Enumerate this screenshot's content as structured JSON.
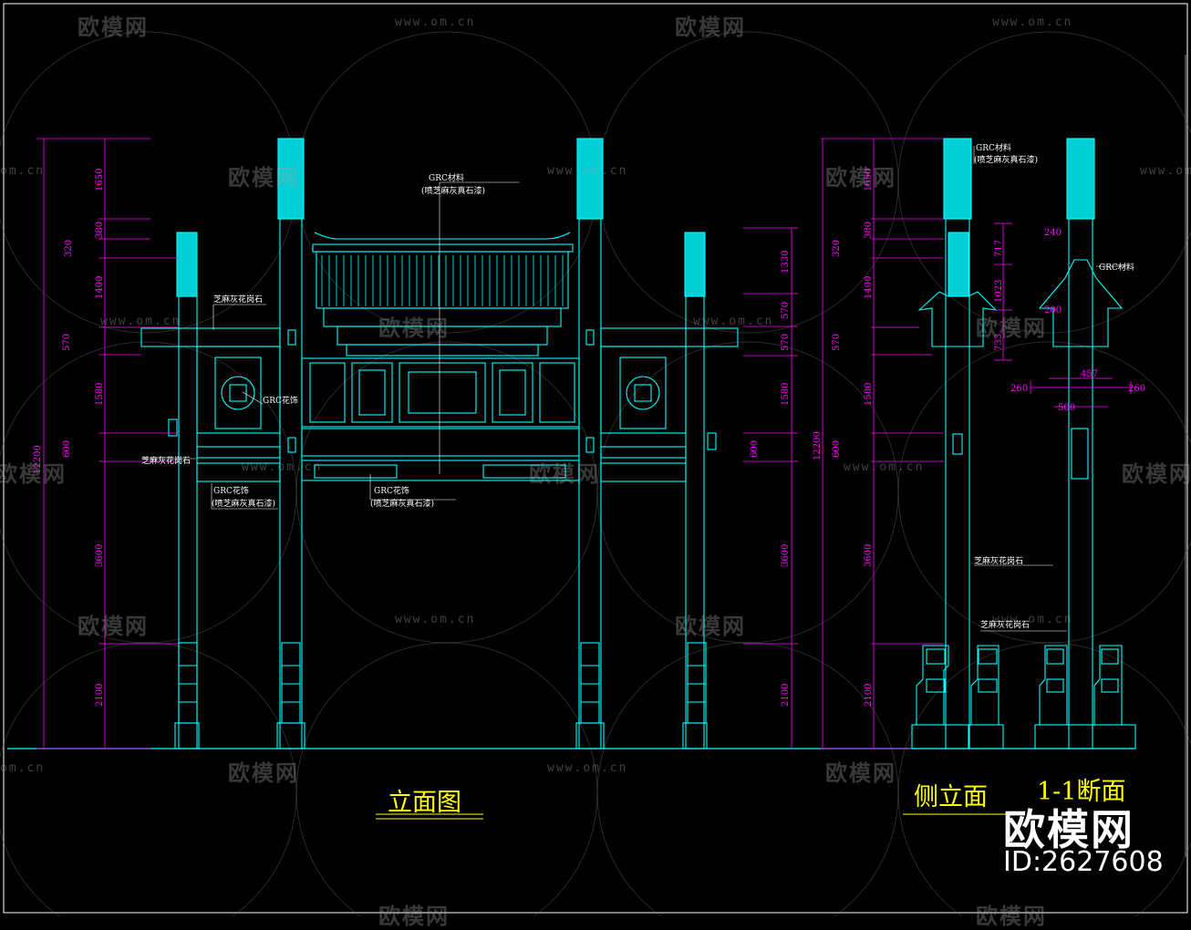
{
  "watermark": {
    "logo_text": "欧模网",
    "url_text": "www.om.cn",
    "url_text_short": "om.cn"
  },
  "colors": {
    "background": "#000000",
    "cyan": "#00ffff",
    "magenta": "#ff00ff",
    "yellow": "#ffff00",
    "white": "#ffffff"
  },
  "titles": {
    "elevation": "立面图",
    "side_elevation": "侧立面",
    "section": "1-1断面"
  },
  "brand": {
    "name": "欧模网",
    "id_text": "ID:2627608"
  },
  "notes": {
    "grc_material": "GRC材料",
    "grc_spray": "(喷芝麻灰真石漆)",
    "sesame_granite": "芝麻灰花岗石",
    "grc_flower": "GRC花饰",
    "grc_flower2": "GRC花饰",
    "grc_cornice": "GRC花饰",
    "sesame_granite_2": "芝麻灰花岗石",
    "sesame_granite_3": "芝麻灰花岗石",
    "sesame_granite_4": "芝麻灰花岗石",
    "grc_material_side": "GRC材料",
    "grc_spray_side": "(喷芝麻灰真石漆)",
    "grc_material_section": "GRC材料"
  },
  "dimensions": {
    "left_total": "12200",
    "left": [
      "1650",
      "380",
      "320",
      "1400",
      "570",
      "1580",
      "600",
      "3600",
      "2100"
    ],
    "right_mid": [
      "1330",
      "570",
      "570",
      "1580",
      "600",
      "3600",
      "2100"
    ],
    "side_total": "12200",
    "side": [
      "1650",
      "380",
      "320",
      "1400",
      "570",
      "1580",
      "600",
      "3600",
      "2100"
    ],
    "section_top": "240",
    "section_h1": "717",
    "section_h2": "1023",
    "section_h3": "733",
    "section_w1": "260",
    "section_w2": "260",
    "section_w3": "457",
    "section_w4": "500",
    "section_w5": "200"
  }
}
